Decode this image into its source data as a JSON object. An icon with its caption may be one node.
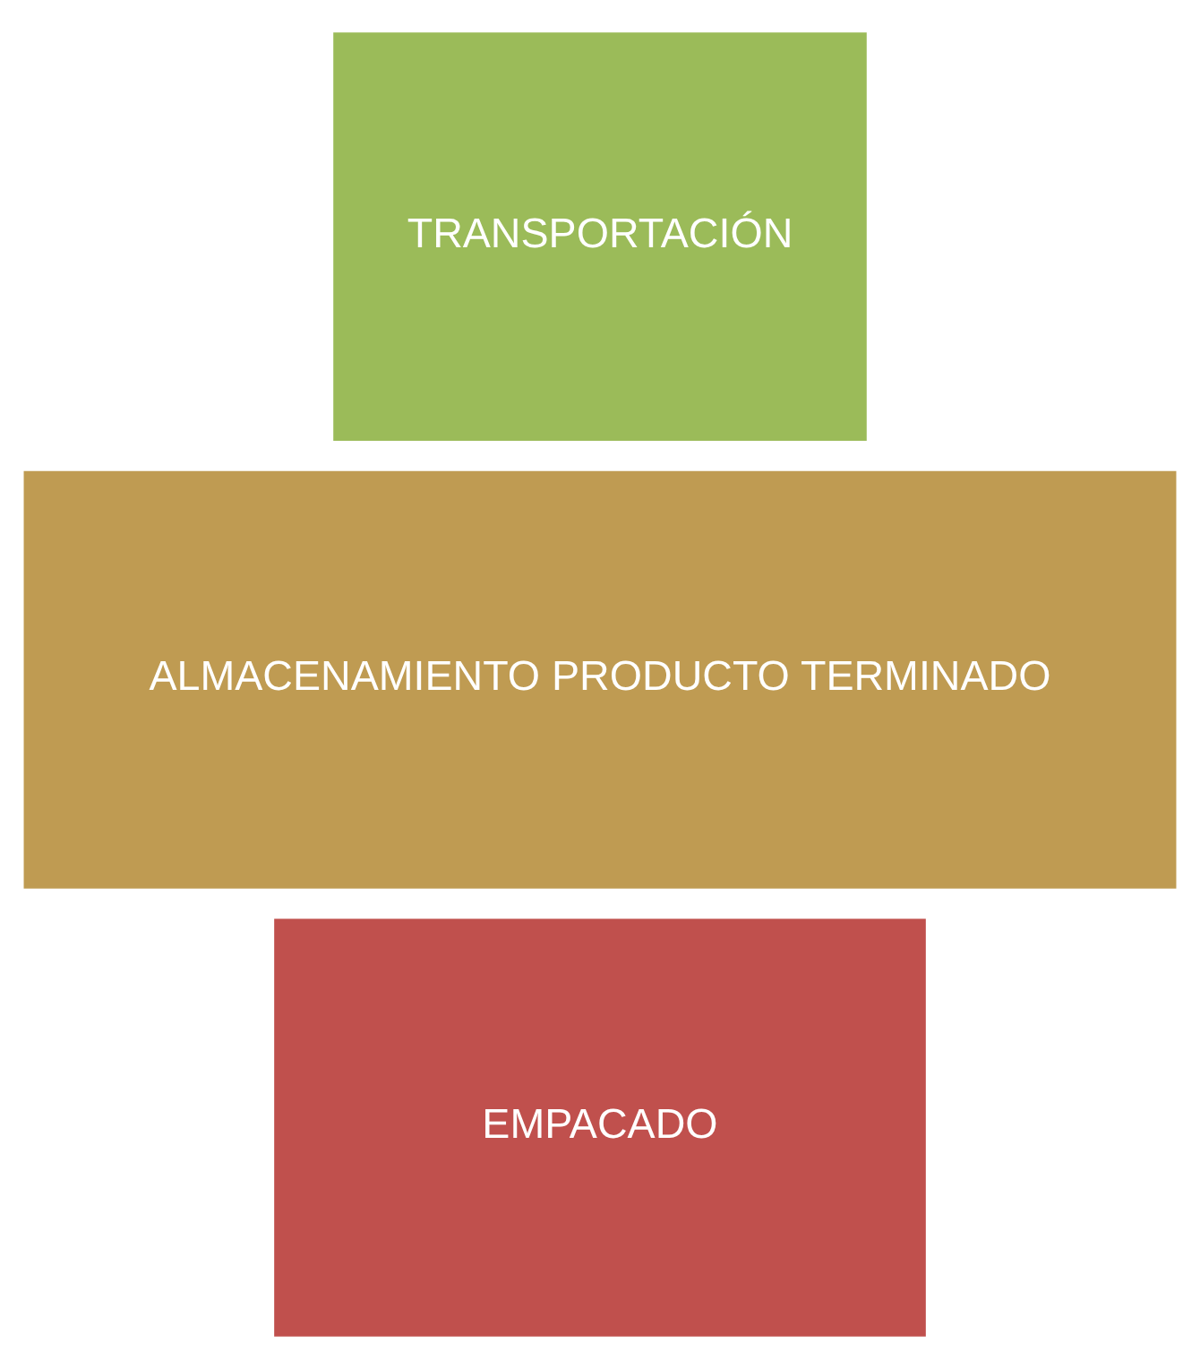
{
  "diagram": {
    "nodes": [
      {
        "text": [
          "EMPACADO"
        ]
      },
      {
        "text": [
          "ALMACENAMIENTO PRODUCTO TERMINADO"
        ]
      },
      {
        "text": [
          "TRANSPORTACIÓN"
        ]
      }
    ],
    "edges": []
  }
}
